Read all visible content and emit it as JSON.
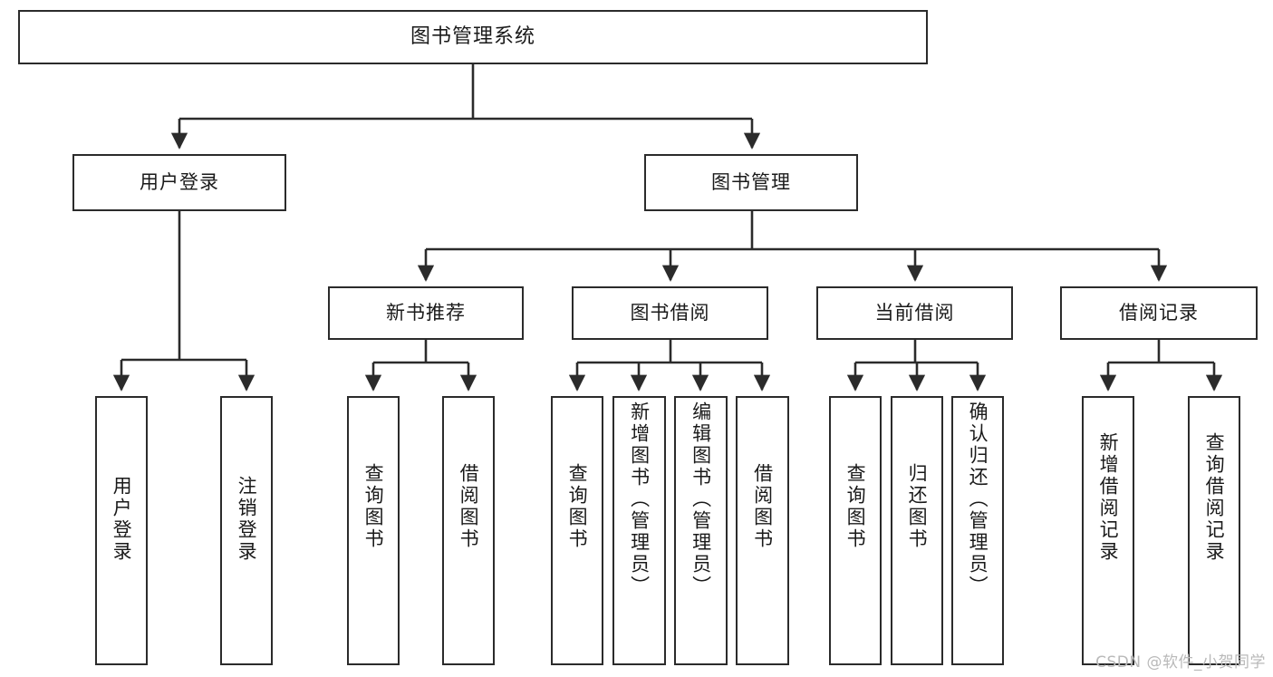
{
  "diagram": {
    "title": "图书管理系统",
    "watermark": "CSDN @软件_小贺同学",
    "style": {
      "box_border_color": "#2b2b2b",
      "box_fill_color": "#ffffff",
      "edge_color": "#2b2b2b",
      "text_color": "#1a1a1a",
      "background": "#ffffff"
    },
    "levels": {
      "root": "图书管理系统",
      "level2": [
        "用户登录",
        "图书管理"
      ],
      "level3": [
        "新书推荐",
        "图书借阅",
        "当前借阅",
        "借阅记录"
      ]
    },
    "nodes": {
      "root": {
        "label": "图书管理系统"
      },
      "user_login": {
        "label": "用户登录"
      },
      "book_manage": {
        "label": "图书管理"
      },
      "new_book_rec": {
        "label": "新书推荐"
      },
      "book_borrow": {
        "label": "图书借阅"
      },
      "current_borrow": {
        "label": "当前借阅"
      },
      "borrow_record": {
        "label": "借阅记录"
      },
      "leaf_user_login": {
        "label": "用户登录"
      },
      "leaf_logout": {
        "label": "注销登录"
      },
      "leaf_query_book_a": {
        "label": "查询图书"
      },
      "leaf_borrow_book_a": {
        "label": "借阅图书"
      },
      "leaf_query_book_b": {
        "label": "查询图书"
      },
      "leaf_add_book": {
        "label": "新增图书（管理员）"
      },
      "leaf_edit_book": {
        "label": "编辑图书（管理员）"
      },
      "leaf_borrow_book_b": {
        "label": "借阅图书"
      },
      "leaf_query_book_c": {
        "label": "查询图书"
      },
      "leaf_return_book": {
        "label": "归还图书"
      },
      "leaf_confirm_return": {
        "label": "确认归还（管理员）"
      },
      "leaf_add_record": {
        "label": "新增借阅记录"
      },
      "leaf_query_record": {
        "label": "查询借阅记录"
      }
    },
    "edges": [
      {
        "from": "root",
        "to": "user_login"
      },
      {
        "from": "root",
        "to": "book_manage"
      },
      {
        "from": "user_login",
        "to": "leaf_user_login"
      },
      {
        "from": "user_login",
        "to": "leaf_logout"
      },
      {
        "from": "book_manage",
        "to": "new_book_rec"
      },
      {
        "from": "book_manage",
        "to": "book_borrow"
      },
      {
        "from": "book_manage",
        "to": "current_borrow"
      },
      {
        "from": "book_manage",
        "to": "borrow_record"
      },
      {
        "from": "new_book_rec",
        "to": "leaf_query_book_a"
      },
      {
        "from": "new_book_rec",
        "to": "leaf_borrow_book_a"
      },
      {
        "from": "book_borrow",
        "to": "leaf_query_book_b"
      },
      {
        "from": "book_borrow",
        "to": "leaf_add_book"
      },
      {
        "from": "book_borrow",
        "to": "leaf_edit_book"
      },
      {
        "from": "book_borrow",
        "to": "leaf_borrow_book_b"
      },
      {
        "from": "current_borrow",
        "to": "leaf_query_book_c"
      },
      {
        "from": "current_borrow",
        "to": "leaf_return_book"
      },
      {
        "from": "current_borrow",
        "to": "leaf_confirm_return"
      },
      {
        "from": "borrow_record",
        "to": "leaf_add_record"
      },
      {
        "from": "borrow_record",
        "to": "leaf_query_record"
      }
    ]
  }
}
